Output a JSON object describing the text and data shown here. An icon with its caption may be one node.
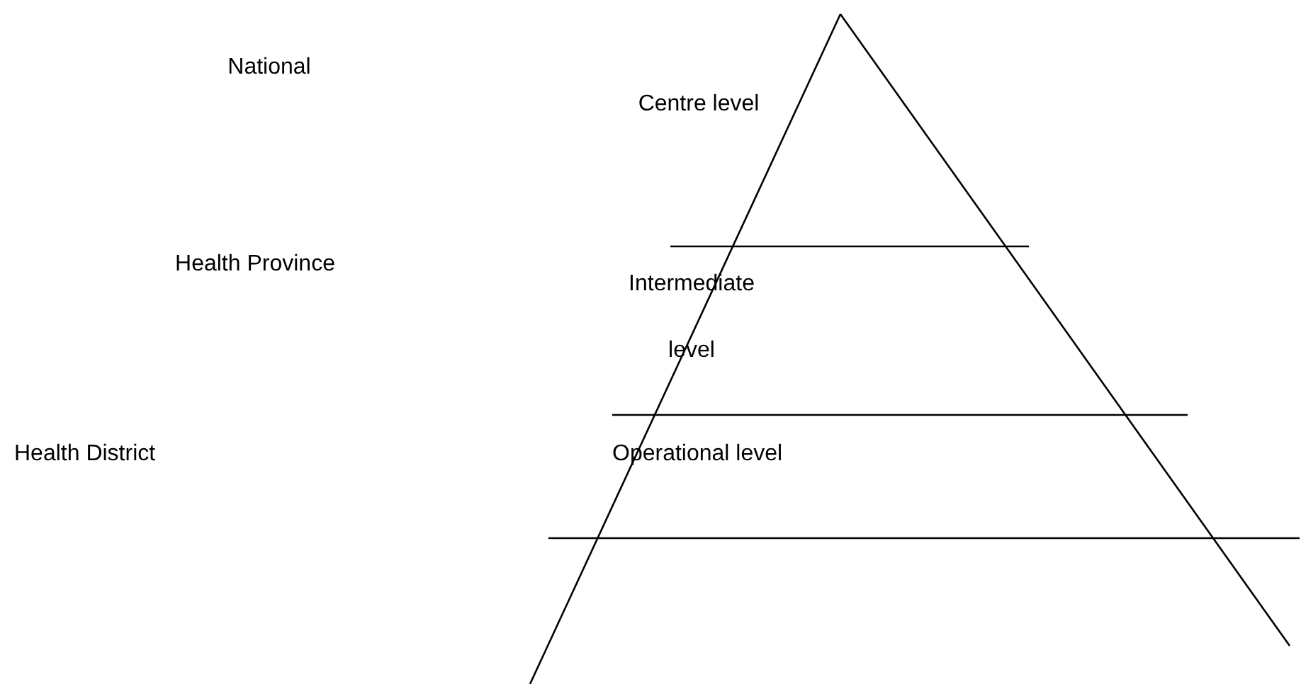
{
  "diagram": {
    "labels": [
      "National",
      "Centre level",
      "Health Province",
      "Intermediate level",
      "Health District",
      "Operational level"
    ]
  }
}
